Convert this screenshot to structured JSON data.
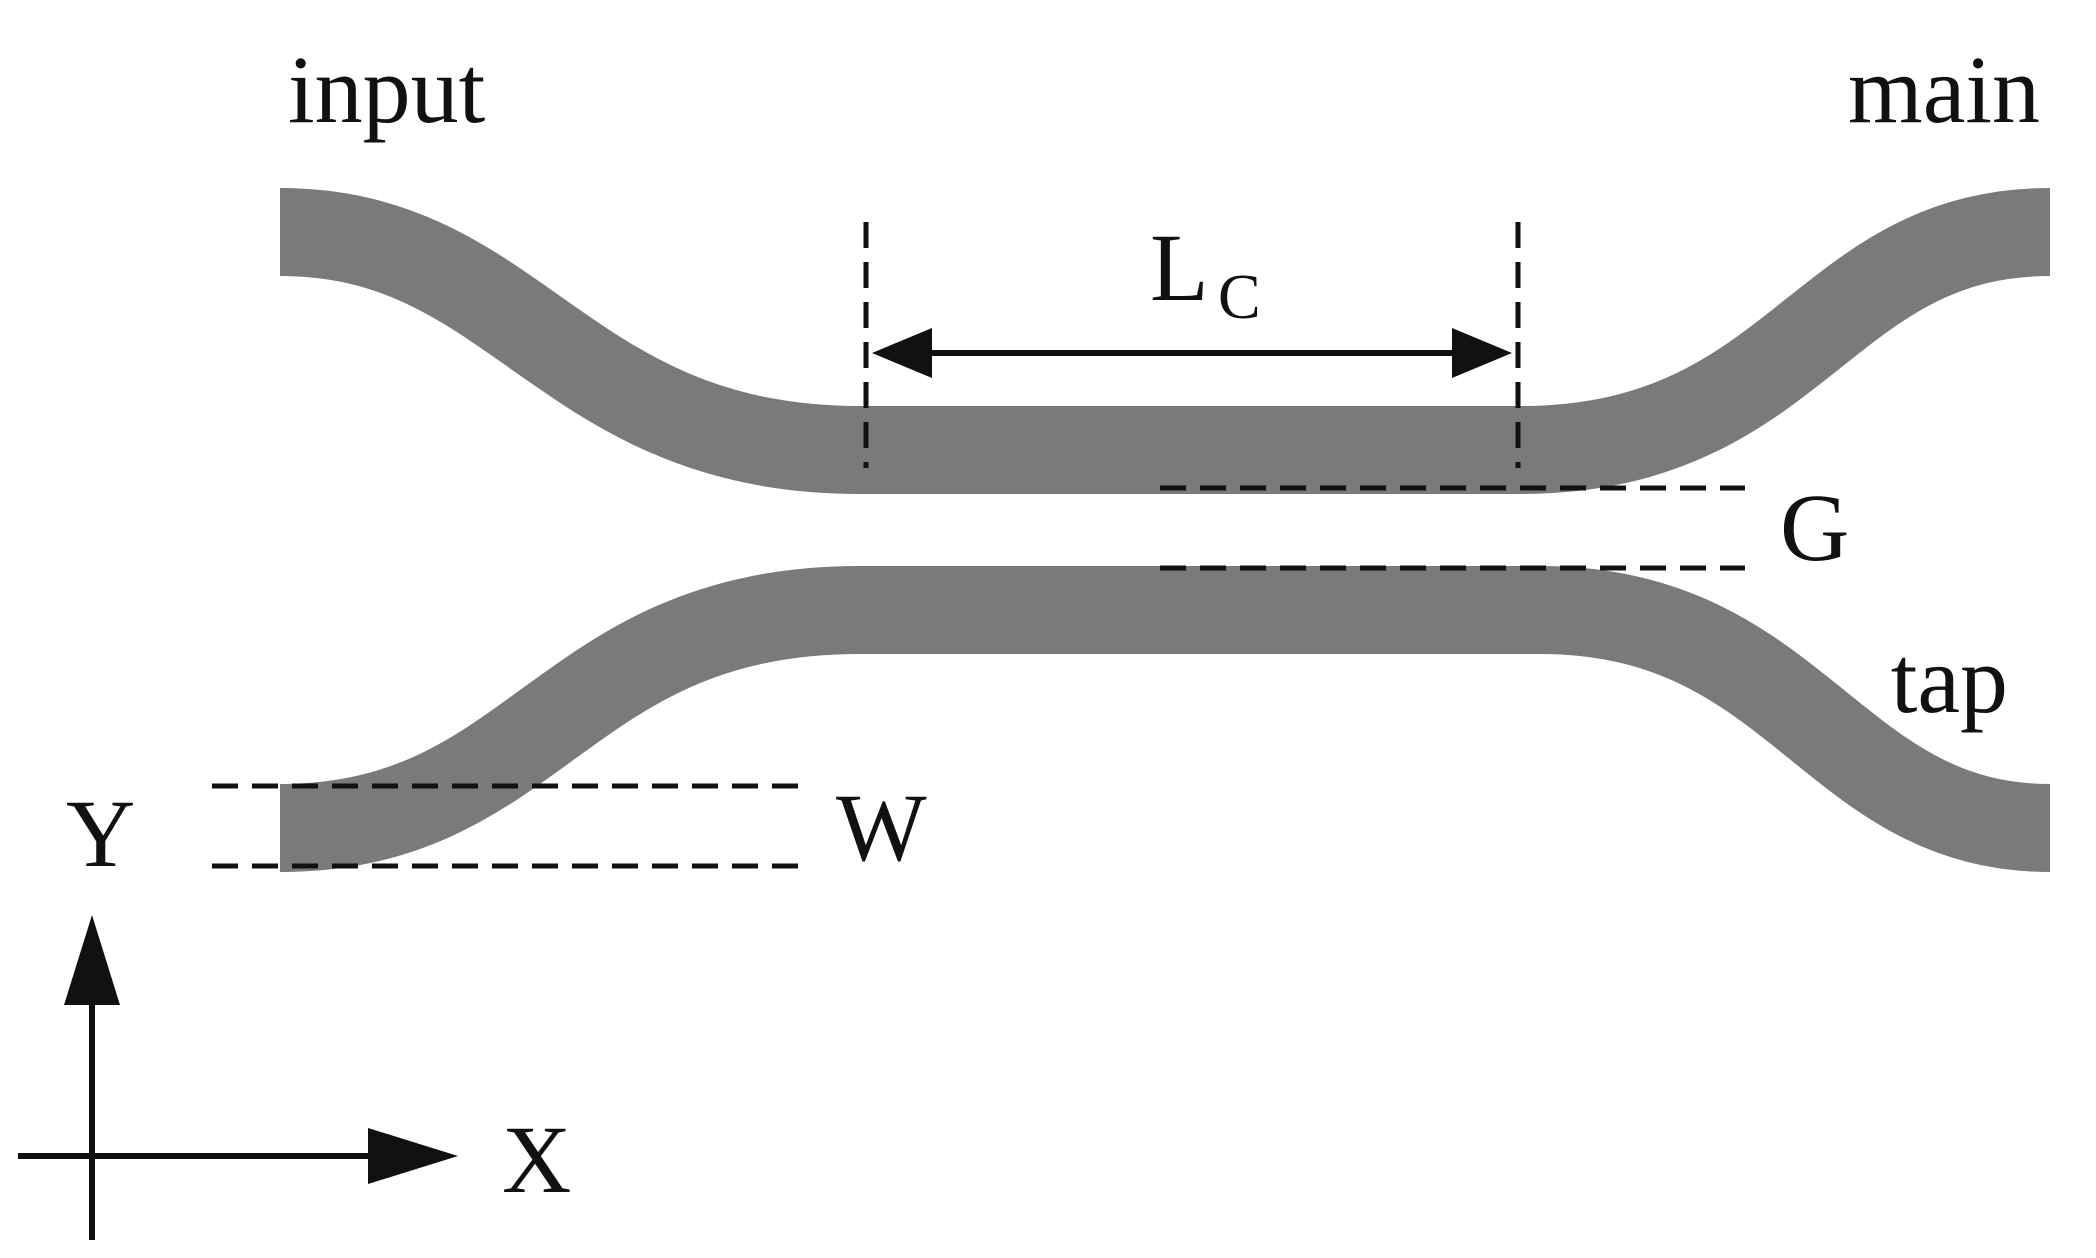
{
  "ports": {
    "input": "input",
    "main": "main",
    "tap": "tap"
  },
  "dimensions": {
    "coupling_length_main": "L",
    "coupling_length_sub": "C",
    "gap": "G",
    "width": "W"
  },
  "axes": {
    "x": "X",
    "y": "Y"
  },
  "colors": {
    "waveguide": "#7a7a7a",
    "lines": "#111111",
    "background": "#ffffff"
  }
}
